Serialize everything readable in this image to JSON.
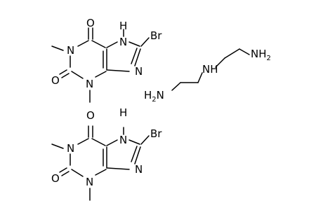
{
  "molecules": [
    {
      "kind": "8-bromotheophylline",
      "atoms": {
        "O6": "O",
        "H7": "H",
        "N7": "N",
        "Br": "Br",
        "N1": "N",
        "O2": "O",
        "N9": "N",
        "N3": "N"
      }
    },
    {
      "kind": "8-bromotheophylline",
      "atoms": {
        "O6": "O",
        "H7": "H",
        "N7": "N",
        "Br": "Br",
        "N1": "N",
        "O2": "O",
        "N9": "N",
        "N3": "N"
      }
    }
  ],
  "amine": {
    "kind": "diethylenetriamine",
    "nh2_right": {
      "main": "NH",
      "sub": "2"
    },
    "nh_center": "NH",
    "nh2_left": {
      "main": "H",
      "sub": "2",
      "tail": "N"
    }
  }
}
